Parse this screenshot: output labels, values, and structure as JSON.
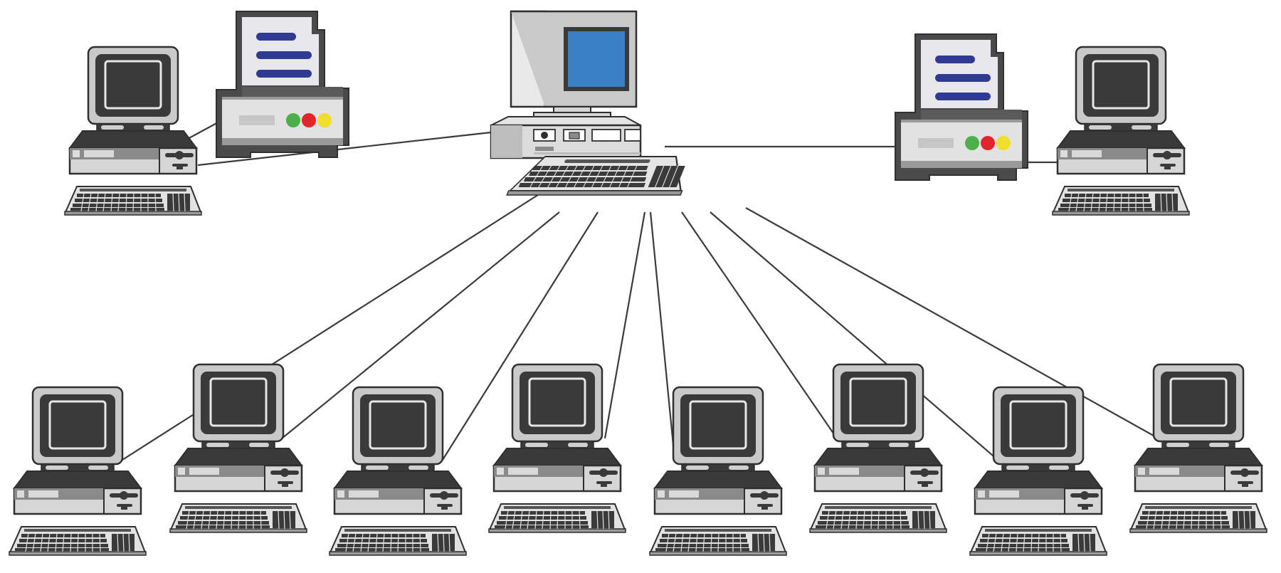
{
  "diagram": {
    "type": "network-topology",
    "colors": {
      "outline": "#2f2f2f",
      "monitor_bezel": "#c9c9c9",
      "screen_dark": "#3a3a3a",
      "screen_blue": "#3b80c6",
      "case_light": "#d6d6d6",
      "case_dark": "#5a5a5a",
      "printer_paper": "#e7e7ec",
      "printer_text_lines": "#2f3a92",
      "led_green": "#4cb04a",
      "led_red": "#e3242b",
      "led_yellow": "#f0de2a",
      "link": "#3b3b3b"
    },
    "nodes": [
      {
        "id": "server",
        "kind": "server",
        "icon": "server-computer-icon"
      },
      {
        "id": "workstation-top-left",
        "kind": "workstation",
        "icon": "desktop-computer-icon"
      },
      {
        "id": "printer-left",
        "kind": "printer",
        "icon": "printer-icon"
      },
      {
        "id": "printer-right",
        "kind": "printer",
        "icon": "printer-icon"
      },
      {
        "id": "workstation-top-right",
        "kind": "workstation",
        "icon": "desktop-computer-icon"
      },
      {
        "id": "workstation-1",
        "kind": "workstation",
        "icon": "desktop-computer-icon"
      },
      {
        "id": "workstation-2",
        "kind": "workstation",
        "icon": "desktop-computer-icon"
      },
      {
        "id": "workstation-3",
        "kind": "workstation",
        "icon": "desktop-computer-icon"
      },
      {
        "id": "workstation-4",
        "kind": "workstation",
        "icon": "desktop-computer-icon"
      },
      {
        "id": "workstation-5",
        "kind": "workstation",
        "icon": "desktop-computer-icon"
      },
      {
        "id": "workstation-6",
        "kind": "workstation",
        "icon": "desktop-computer-icon"
      },
      {
        "id": "workstation-7",
        "kind": "workstation",
        "icon": "desktop-computer-icon"
      },
      {
        "id": "workstation-8",
        "kind": "workstation",
        "icon": "desktop-computer-icon"
      }
    ],
    "links": [
      {
        "from": "workstation-top-left",
        "to": "printer-left"
      },
      {
        "from": "workstation-top-left",
        "to": "server"
      },
      {
        "from": "server",
        "to": "printer-right"
      },
      {
        "from": "printer-right",
        "to": "workstation-top-right"
      },
      {
        "from": "server",
        "to": "workstation-1"
      },
      {
        "from": "server",
        "to": "workstation-2"
      },
      {
        "from": "server",
        "to": "workstation-3"
      },
      {
        "from": "server",
        "to": "workstation-4"
      },
      {
        "from": "server",
        "to": "workstation-5"
      },
      {
        "from": "server",
        "to": "workstation-6"
      },
      {
        "from": "server",
        "to": "workstation-7"
      },
      {
        "from": "server",
        "to": "workstation-8"
      }
    ]
  }
}
